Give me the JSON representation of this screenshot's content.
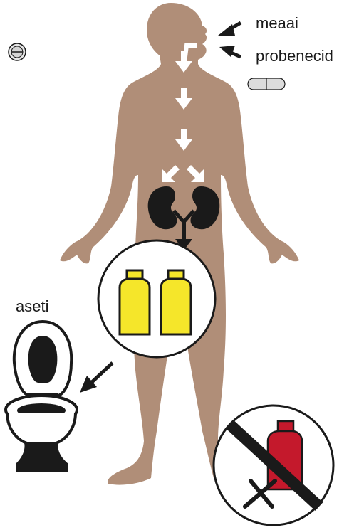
{
  "labels": {
    "food": "meaai",
    "drug": "probenecid",
    "toilet": "aseti"
  },
  "icons": {
    "body": "human-body-silhouette-icon",
    "tablet": "round-tablet-icon",
    "capsule": "capsule-icon",
    "kidneys": "kidneys-icon",
    "urine_bottles": "urine-sample-bottles-icon",
    "toilet": "toilet-icon",
    "prohibited": "no-blood-sample-icon"
  },
  "colors": {
    "body": "#B08E78",
    "urine": "#F5E62A",
    "blood": "#C4192C",
    "outline": "#1a1a1a",
    "flow_arrow": "#ffffff"
  }
}
